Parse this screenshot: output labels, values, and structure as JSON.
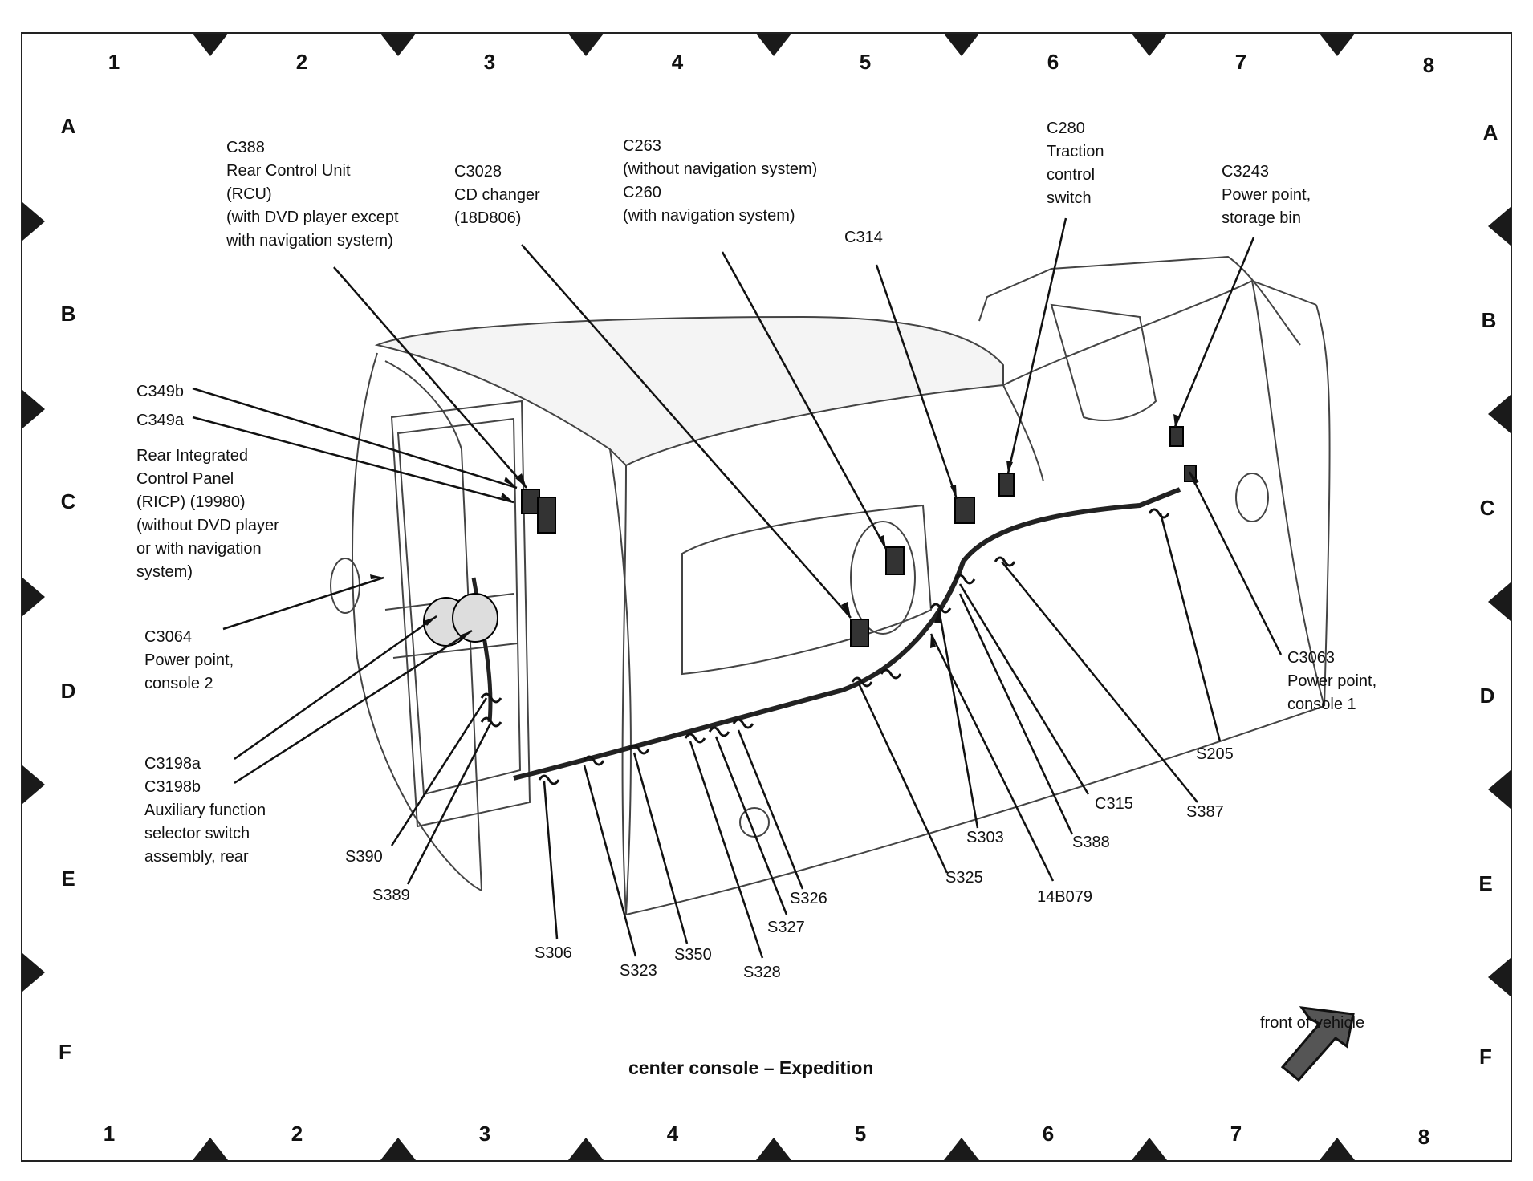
{
  "title": "center console – Expedition",
  "front_label": "front of vehicle",
  "grid": {
    "columns": [
      "1",
      "2",
      "3",
      "4",
      "5",
      "6",
      "7",
      "8"
    ],
    "rows": [
      "A",
      "B",
      "C",
      "D",
      "E",
      "F"
    ]
  },
  "callouts": {
    "c388": "C388\nRear Control Unit\n(RCU)\n(with DVD player except\nwith navigation system)",
    "c3028": "C3028\nCD changer\n(18D806)",
    "c263": "C263\n(without navigation system)\nC260\n(with navigation system)",
    "c314": "C314",
    "c280": "C280\nTraction\ncontrol\nswitch",
    "c3243": "C3243\nPower point,\nstorage bin",
    "c349b": "C349b",
    "c349a": "C349a",
    "ricp": "Rear Integrated\nControl Panel\n(RICP) (19980)\n(without DVD player\nor with navigation\nsystem)",
    "c3064": "C3064\nPower point,\nconsole 2",
    "c3198": "C3198a\nC3198b\nAuxiliary function\nselector switch\nassembly, rear",
    "c3063": "C3063\nPower point,\nconsole 1",
    "s205": "S205",
    "c315": "C315",
    "s387": "S387",
    "s303": "S303",
    "s388": "S388",
    "s325": "S325",
    "b079": "14B079",
    "s390": "S390",
    "s389": "S389",
    "s326": "S326",
    "s327": "S327",
    "s306": "S306",
    "s323": "S323",
    "s350": "S350",
    "s328": "S328"
  }
}
